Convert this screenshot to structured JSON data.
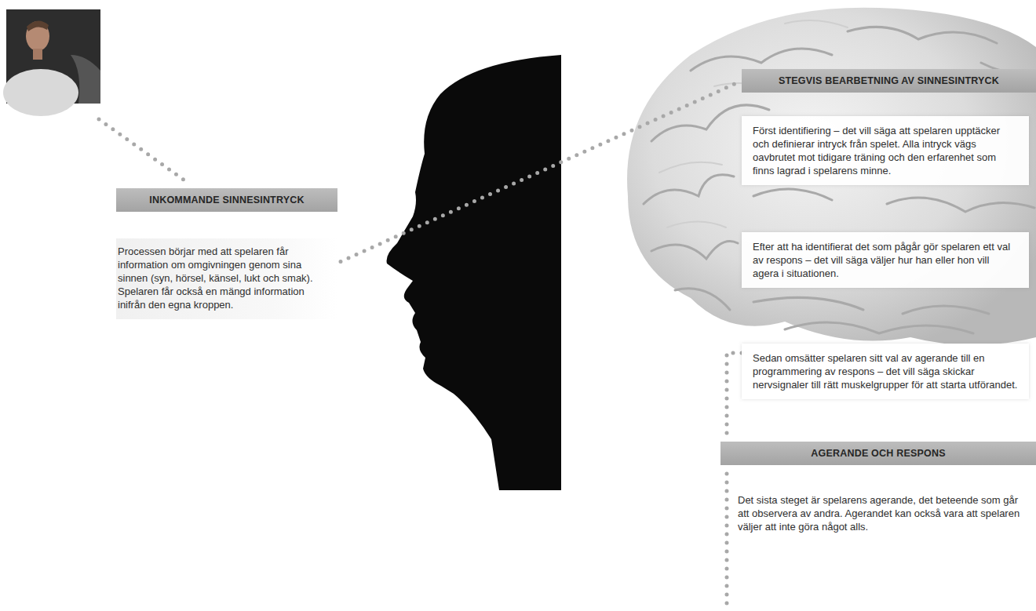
{
  "diagram": {
    "nodes": [
      {
        "text": [
          "INKOMMANDE SINNESINTRYCK",
          "Processen börjar med att spelaren får information om omgivningen genom sina sinnen (syn, hörsel, känsel, lukt och smak). Spelaren får också en mängd information inifrån den egna kroppen."
        ]
      },
      {
        "text": [
          "STEGVIS BEARBETNING AV SINNESINTRYCK"
        ]
      },
      {
        "text": [
          "Först identifiering – det vill säga att spelaren upptäcker och definierar intryck från spelet. Alla intryck vägs oavbrutet mot tidigare träning och den erfarenhet som finns lagrad i spelarens minne."
        ]
      },
      {
        "text": [
          "Efter att ha identifierat det som pågår gör spelaren ett val av respons – det vill säga väljer hur han eller hon vill agera i situationen."
        ]
      },
      {
        "text": [
          "Sedan omsätter spelaren sitt val av agerande till en programmering av respons – det vill säga skickar nervsignaler till rätt muskelgrupper för att starta utförandet."
        ]
      },
      {
        "text": [
          "AGERANDE OCH RESPONS",
          "Det sista steget är spelarens agerande, det beteende som går att observera av andra. Agerandet kan också vara att spelaren väljer att inte göra något alls."
        ]
      }
    ],
    "edges": [
      {
        "from": 0,
        "to": 1,
        "arrow": "none"
      },
      {
        "from": 4,
        "to": 5,
        "arrow": "none"
      }
    ]
  }
}
